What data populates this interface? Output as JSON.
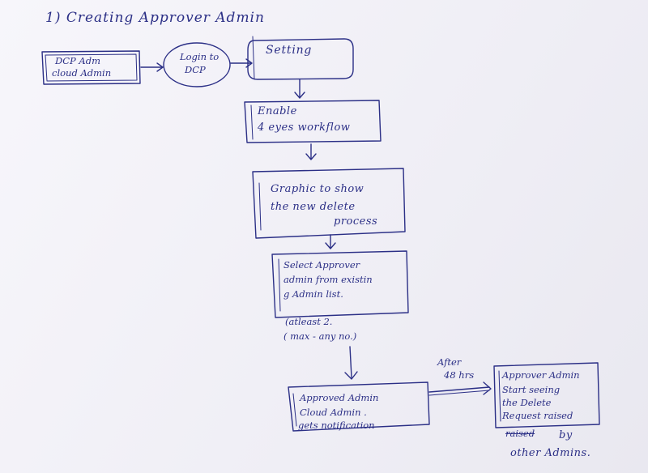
{
  "title": "1) Creating Approver Admin",
  "nodes": {
    "dcp_admin": {
      "line1": "DCP Adm",
      "line2": "cloud Admin"
    },
    "login": {
      "line1": "Login to",
      "line2": "DCP"
    },
    "setting": {
      "line1": "Setting"
    },
    "enable": {
      "line1": "Enable",
      "line2": "4 eyes workflow"
    },
    "graphic": {
      "line1": "Graphic to show",
      "line2": "the new delete",
      "line3": "process"
    },
    "select": {
      "line1": "Select Approver",
      "line2": "admin from existin",
      "line3": "g Admin list."
    },
    "notify": {
      "line1": "Approved Admin",
      "line2": "Cloud Admin .",
      "line3": "gets notification"
    },
    "start": {
      "line1": "Approver Admin",
      "line2": "Start seeing",
      "line3": "the Delete",
      "line4": "Request raised"
    }
  },
  "notes": {
    "atleast": {
      "line1": "(atleast 2.",
      "line2": "( max - any no.)"
    },
    "after": {
      "line1": "After",
      "line2": "48 hrs"
    },
    "footer": {
      "strike": "raised",
      "line1": "by",
      "line2": "other Admins."
    }
  },
  "colors": {
    "ink": "#2b2f86",
    "paper": "#f4f3f8"
  }
}
